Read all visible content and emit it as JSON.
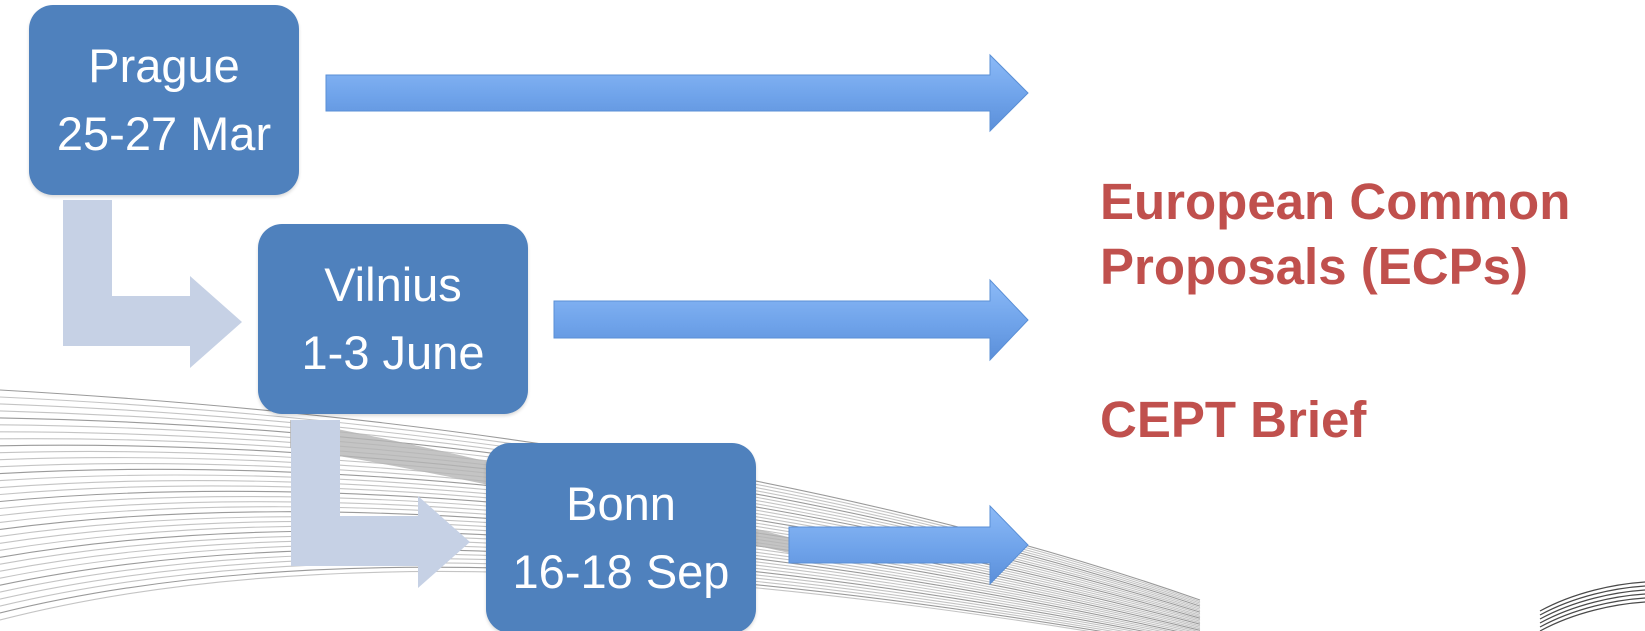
{
  "meetings": [
    {
      "city": "Prague",
      "dates": "25-27 Mar"
    },
    {
      "city": "Vilnius",
      "dates": "1-3 June"
    },
    {
      "city": "Bonn",
      "dates": "16-18 Sep"
    }
  ],
  "outcomes": {
    "ecp_line1": "European Common",
    "ecp_line2": "Proposals (ECPs)",
    "brief": "CEPT Brief"
  },
  "colors": {
    "box_fill": "#4f81bd",
    "arrow_fill": "#6fa3ea",
    "elbow_arrow_fill": "#c6d1e5",
    "outcome_text": "#c0504d"
  }
}
